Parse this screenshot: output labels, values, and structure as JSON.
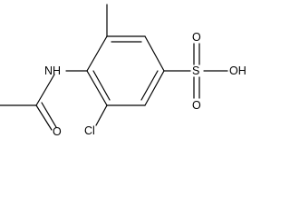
{
  "molecule": {
    "atoms": {
      "nh": "NH",
      "o_carbonyl": "O",
      "cl": "Cl",
      "s": "S",
      "o_top": "O",
      "o_bottom": "O",
      "oh": "OH"
    },
    "colors": {
      "bond": "#000000",
      "label": "#000000",
      "background": "#ffffff"
    }
  }
}
